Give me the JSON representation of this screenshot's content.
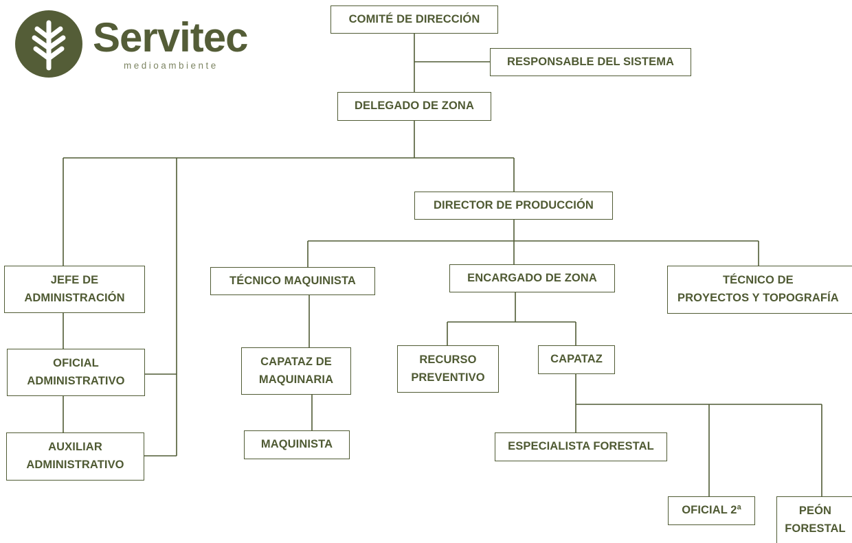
{
  "logo": {
    "brand": "Servitec",
    "tagline": "medioambiente",
    "icon": "leaf-icon",
    "color": "#545d37"
  },
  "accent_color": "#4f5a33",
  "nodes": {
    "comite": {
      "line1": "COMITÉ DE DIRECCIÓN",
      "line2": ""
    },
    "responsable": {
      "line1": "RESPONSABLE DEL SISTEMA",
      "line2": ""
    },
    "delegado": {
      "line1": "DELEGADO DE ZONA",
      "line2": ""
    },
    "director": {
      "line1": "DIRECTOR DE PRODUCCIÓN",
      "line2": ""
    },
    "jefe_admin": {
      "line1": "JEFE DE",
      "line2": "ADMINISTRACIÓN"
    },
    "oficial_admin": {
      "line1": "OFICIAL",
      "line2": "ADMINISTRATIVO"
    },
    "auxiliar_admin": {
      "line1": "AUXILIAR",
      "line2": "ADMINISTRATIVO"
    },
    "tecnico_maq": {
      "line1": "TÉCNICO MAQUINISTA",
      "line2": ""
    },
    "capataz_maq": {
      "line1": "CAPATAZ DE",
      "line2": "MAQUINARIA"
    },
    "maquinista": {
      "line1": "MAQUINISTA",
      "line2": ""
    },
    "encargado": {
      "line1": "ENCARGADO DE ZONA",
      "line2": ""
    },
    "recurso": {
      "line1": "RECURSO",
      "line2": "PREVENTIVO"
    },
    "capataz": {
      "line1": "CAPATAZ",
      "line2": ""
    },
    "especialista": {
      "line1": "ESPECIALISTA FORESTAL",
      "line2": ""
    },
    "oficial2": {
      "line1": "OFICIAL 2ª",
      "line2": ""
    },
    "peon": {
      "line1": "PEÓN",
      "line2": "FORESTAL"
    },
    "tecnico_proy": {
      "line1": "TÉCNICO DE",
      "line2": "PROYECTOS Y TOPOGRAFÍA"
    }
  }
}
